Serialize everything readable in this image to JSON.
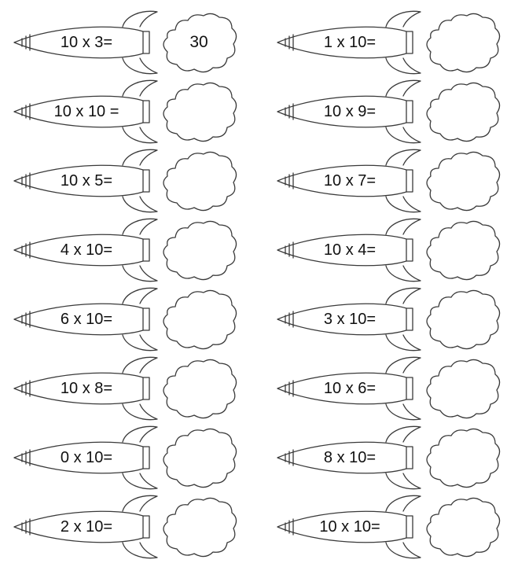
{
  "worksheet": {
    "left_column": [
      {
        "equation": "10 x 3=",
        "answer": "30"
      },
      {
        "equation": "10 x 10 =",
        "answer": ""
      },
      {
        "equation": "10 x 5=",
        "answer": ""
      },
      {
        "equation": "4 x 10=",
        "answer": ""
      },
      {
        "equation": "6 x 10=",
        "answer": ""
      },
      {
        "equation": "10 x 8=",
        "answer": ""
      },
      {
        "equation": "0 x 10=",
        "answer": ""
      },
      {
        "equation": "2 x 10=",
        "answer": ""
      }
    ],
    "right_column": [
      {
        "equation": "1 x 10=",
        "answer": ""
      },
      {
        "equation": "10 x 9=",
        "answer": ""
      },
      {
        "equation": "10 x 7=",
        "answer": ""
      },
      {
        "equation": "10 x 4=",
        "answer": ""
      },
      {
        "equation": "3 x 10=",
        "answer": ""
      },
      {
        "equation": "10 x 6=",
        "answer": ""
      },
      {
        "equation": "8 x 10=",
        "answer": ""
      },
      {
        "equation": "10 x 10=",
        "answer": ""
      }
    ]
  },
  "icons": {
    "rocket": "rocket-icon",
    "cloud": "cloud-icon"
  }
}
